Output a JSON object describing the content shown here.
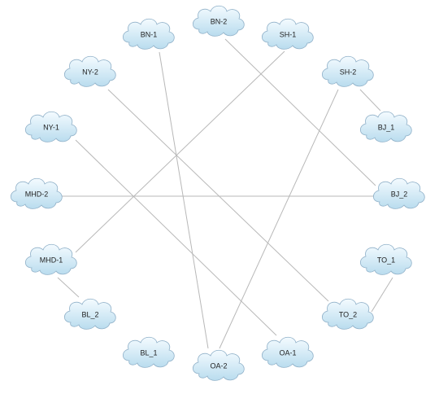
{
  "colors": {
    "cloud_fill_top": "#f4fbff",
    "cloud_fill_bottom": "#b9dcee",
    "cloud_stroke": "#8fb0c8",
    "link": "#b8b8b8",
    "label": "#222222"
  },
  "icons": {
    "node": "cloud-icon"
  },
  "nodes": [
    {
      "id": "bn1",
      "label": "BN-1"
    },
    {
      "id": "bn2",
      "label": "BN-2"
    },
    {
      "id": "sh1",
      "label": "SH-1"
    },
    {
      "id": "sh2",
      "label": "SH-2"
    },
    {
      "id": "ny2",
      "label": "NY-2"
    },
    {
      "id": "ny1",
      "label": "NY-1"
    },
    {
      "id": "bj1",
      "label": "BJ_1"
    },
    {
      "id": "bj2",
      "label": "BJ_2"
    },
    {
      "id": "mhd2",
      "label": "MHD-2"
    },
    {
      "id": "mhd1",
      "label": "MHD-1"
    },
    {
      "id": "to1",
      "label": "TO_1"
    },
    {
      "id": "to2",
      "label": "TO_2"
    },
    {
      "id": "bl2",
      "label": "BL_2"
    },
    {
      "id": "bl1",
      "label": "BL_1"
    },
    {
      "id": "oa2",
      "label": "OA-2"
    },
    {
      "id": "oa1",
      "label": "OA-1"
    }
  ],
  "links": [
    {
      "from": "bn1",
      "to": "oa2"
    },
    {
      "from": "bn2",
      "to": "bj2"
    },
    {
      "from": "sh1",
      "to": "mhd1"
    },
    {
      "from": "sh2",
      "to": "oa2"
    },
    {
      "from": "sh2",
      "to": "bj1"
    },
    {
      "from": "ny2",
      "to": "to2"
    },
    {
      "from": "ny1",
      "to": "oa1"
    },
    {
      "from": "mhd2",
      "to": "bj2"
    },
    {
      "from": "mhd1",
      "to": "bl2"
    },
    {
      "from": "to1",
      "to": "to2"
    }
  ]
}
